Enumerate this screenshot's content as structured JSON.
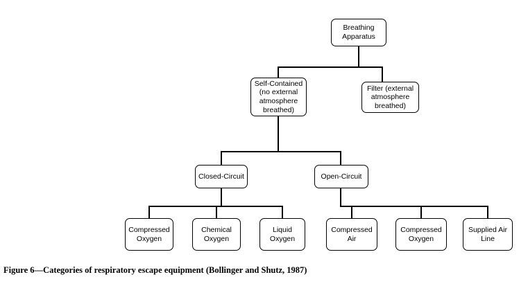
{
  "figure": {
    "caption": "Figure 6—Categories of respiratory escape equipment (Bollinger and Shutz, 1987)"
  },
  "tree": {
    "root": "Breathing\nApparatus",
    "level2": {
      "self_contained": "Self-Contained\n(no external\natmosphere\nbreathed)",
      "filter": "Filter (external\natmosphere\nbreathed)"
    },
    "level3": {
      "closed_circuit": "Closed-Circuit",
      "open_circuit": "Open-Circuit"
    },
    "level4": {
      "compressed_oxygen_closed": "Compressed\nOxygen",
      "chemical_oxygen": "Chemical\nOxygen",
      "liquid_oxygen": "Liquid\nOxygen",
      "compressed_air": "Compressed\nAir",
      "compressed_oxygen_open": "Compressed\nOxygen",
      "supplied_air_line": "Supplied Air\nLine"
    }
  },
  "colors": {
    "line": "#000000",
    "background": "#ffffff",
    "text": "#000000"
  }
}
